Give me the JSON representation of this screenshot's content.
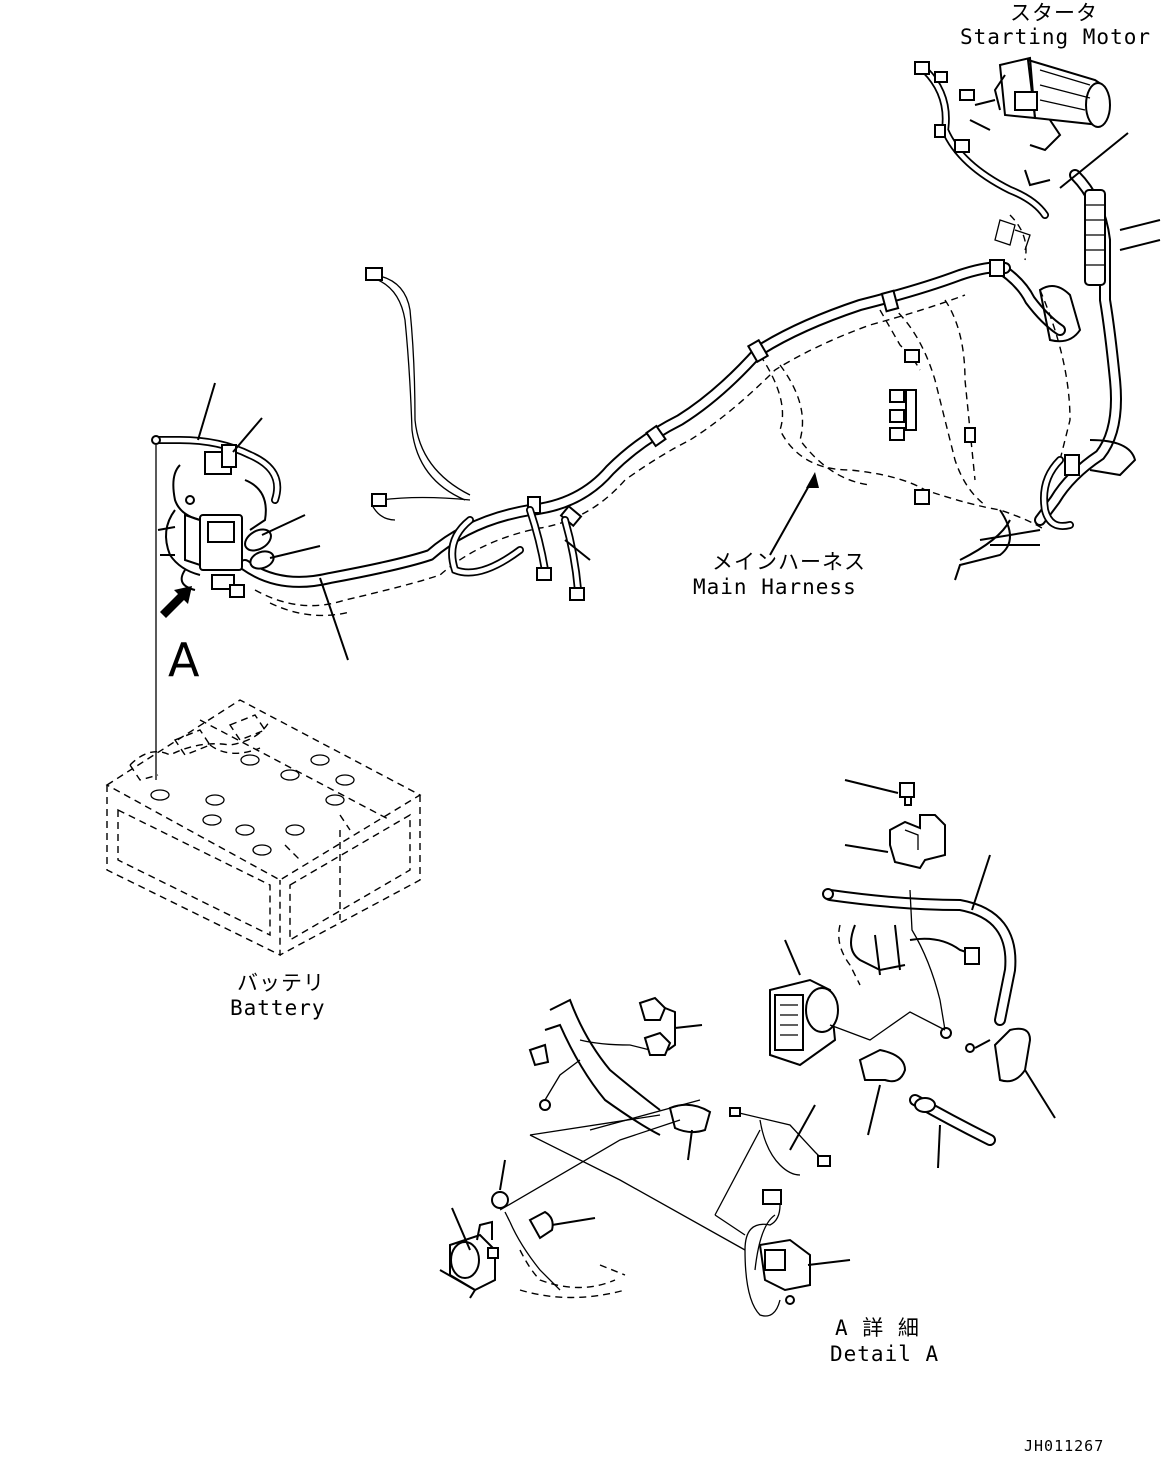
{
  "labels": {
    "starter_jp": "スタータ",
    "starter_en": "Starting Motor",
    "harness_jp": "メインハーネス",
    "harness_en": "Main Harness",
    "battery_jp": "バッテリ",
    "battery_en": "Battery",
    "detail_jp": "A 詳 細",
    "detail_en": "Detail A",
    "view_marker": "A",
    "drawing_id": "JH011267"
  }
}
